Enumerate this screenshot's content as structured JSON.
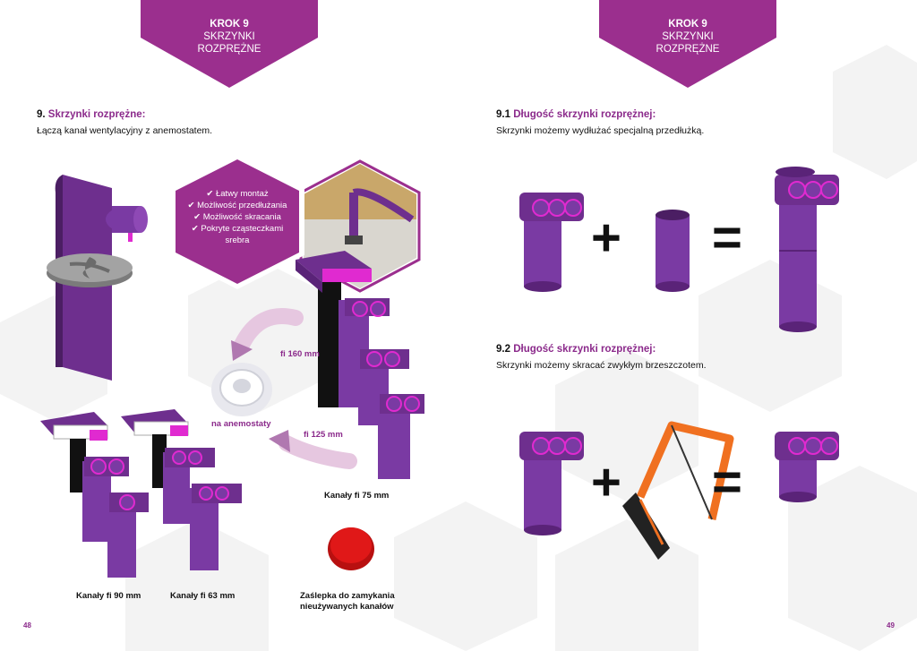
{
  "left_page": {
    "banner": {
      "step": "KROK 9",
      "line1": "SKRZYNKI",
      "line2": "ROZPRĘŻNE"
    },
    "heading": {
      "number": "9.",
      "title": "Skrzynki rozprężne:"
    },
    "description": "Łączą kanał wentylacyjny z anemostatem.",
    "features": [
      "✔ Łatwy montaż",
      "✔ Możliwość przedłużania",
      "✔ Możliwość skracania",
      "✔ Pokryte cząsteczkami",
      "srebra"
    ],
    "labels": {
      "fi160": "fi 160 mm",
      "na_anemostaty": "na anemostaty",
      "fi125": "fi 125 mm",
      "kanaly75": "Kanały fi 75 mm",
      "kanaly90": "Kanały fi 90 mm",
      "kanaly63": "Kanały fi 63 mm",
      "zaslepka1": "Zaślepka do zamykania",
      "zaslepka2": "nieużywanych kanałów"
    },
    "page_number": "48"
  },
  "right_page": {
    "banner": {
      "step": "KROK 9",
      "line1": "SKRZYNKI",
      "line2": "ROZPRĘŻNE"
    },
    "section1": {
      "number": "9.1",
      "title": "Długość skrzynki rozprężnej:",
      "description": "Skrzynki możemy wydłużać specjalną przedłużką."
    },
    "section2": {
      "number": "9.2",
      "title": "Długość skrzynki rozprężnej:",
      "description": "Skrzynki możemy skracać zwykłym brzeszczotem."
    },
    "symbols": {
      "plus": "+",
      "equals": "="
    },
    "page_number": "49"
  },
  "colors": {
    "brand_purple": "#9b2f8e",
    "product_purple": "#7a3aa3",
    "accent_pink": "#e02ad0",
    "saw_orange": "#f07020",
    "cap_red": "#e01818"
  }
}
